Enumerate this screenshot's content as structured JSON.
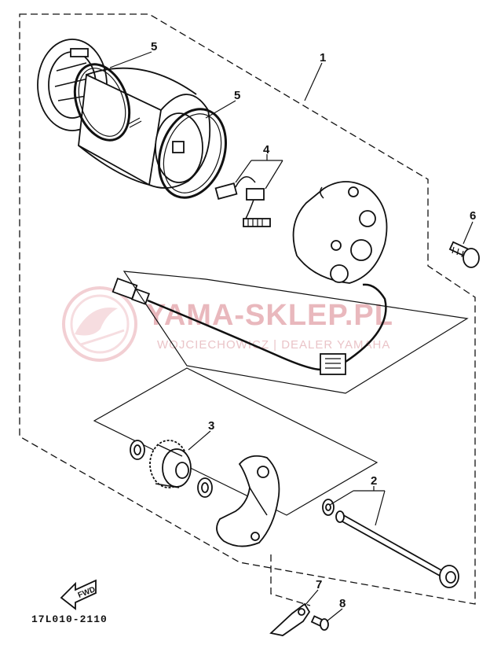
{
  "callouts": {
    "c1": "1",
    "c2": "2",
    "c3": "3",
    "c4": "4",
    "c5a": "5",
    "c5b": "5",
    "c6": "6",
    "c7": "7",
    "c8": "8"
  },
  "drawing_code": "17L010-2110",
  "fwd_label": "FWD",
  "watermark": {
    "title": "YAMA-SKLEP.PL",
    "subtitle": "WOJCIECHOWICZ | DEALER YAMAHA"
  }
}
